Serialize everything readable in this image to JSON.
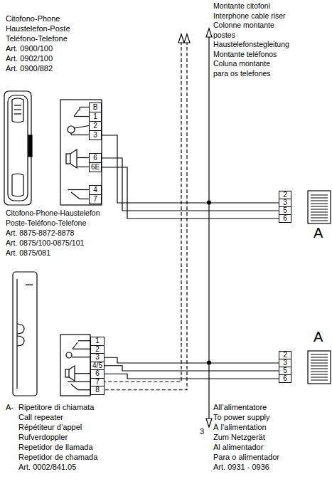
{
  "diagram": {
    "nodes": [
      {
        "text": [
          "B",
          "1",
          "2",
          "3",
          "6",
          "6E",
          "4",
          "7"
        ]
      },
      {
        "text": [
          "2",
          "3",
          "5",
          "6"
        ]
      },
      {
        "text": [
          "1",
          "2",
          "3",
          "4/5",
          "6",
          "7",
          "8"
        ]
      },
      {
        "text": [
          "2",
          "3",
          "5",
          "6"
        ]
      }
    ],
    "edges": [
      {
        "from": 0,
        "to": 1,
        "arrow": "none"
      },
      {
        "from": 0,
        "to": 1,
        "arrow": "none"
      },
      {
        "from": 0,
        "to": 1,
        "arrow": "none"
      },
      {
        "from": 2,
        "to": 3,
        "arrow": "none"
      },
      {
        "from": 2,
        "to": 3,
        "arrow": "none"
      },
      {
        "from": 2,
        "to": 3,
        "arrow": "none"
      }
    ],
    "labels": [
      "Citofono-Phone",
      "Haustelefon-Poste",
      "Teléfono-Telefone",
      "Art. 0900/100",
      "Art. 0902/100",
      "Art. 0900/882",
      "Montante citofoni",
      "Interphone cable riser",
      "Colonne montante",
      "postes",
      "Haustelefonstegleitung",
      "Montante teléfonos",
      "Coluna montante",
      "para os telefones",
      "A",
      "Citofono-Phone-Haustelefon",
      "Poste-Teléfono-Telefone",
      "Art. 8875-8872-8878",
      "Art. 0875/100-0875/101",
      "Art. 0875/081",
      "A",
      "A-",
      "Ripetitore di chiamata",
      "Call repeater",
      "Répétiteur d’appel",
      "Rufverdoppler",
      "Repetidor de llamada",
      "Repetidor de chamada",
      "Art. 0002/841.05",
      "All’alimentatore",
      "To power supply",
      "À l’alimentation",
      "Zum Netzgerät",
      "Al alimentador",
      "Para o alimentador",
      "Art. 0931 - 0936",
      "3"
    ]
  }
}
